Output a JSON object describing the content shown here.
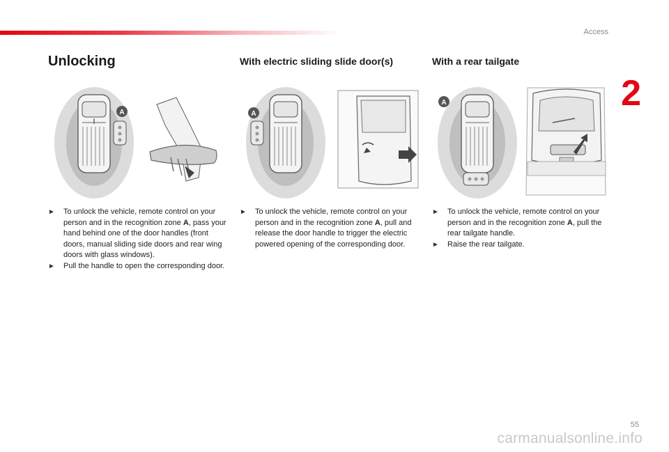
{
  "header": {
    "section": "Access",
    "chapter": "2"
  },
  "columns": [
    {
      "title": "Unlocking",
      "bullets": [
        {
          "before": "To unlock the vehicle, remote control on your person and in the recognition zone ",
          "bold": "A",
          "after": ", pass your hand behind one of the door handles (front doors, manual sliding side doors and rear wing doors with glass windows)."
        },
        {
          "before": "Pull the handle to open the corresponding door.",
          "bold": "",
          "after": ""
        }
      ]
    },
    {
      "title": "With electric sliding slide door(s)",
      "bullets": [
        {
          "before": "To unlock the vehicle, remote control on your person and in the recognition zone ",
          "bold": "A",
          "after": ", pull and release the door handle to trigger the electric powered opening of the corresponding door."
        }
      ]
    },
    {
      "title": "With a rear tailgate",
      "bullets": [
        {
          "before": "To unlock the vehicle, remote control on your person and in the recognition zone ",
          "bold": "A",
          "after": ", pull the rear tailgate handle."
        },
        {
          "before": "Raise the rear tailgate.",
          "bold": "",
          "after": ""
        }
      ]
    }
  ],
  "illustrations": {
    "zone_label": "A"
  },
  "colors": {
    "accent": "#e30613",
    "zone_outer": "#d9d9d9",
    "zone_inner": "#bcbcbc"
  },
  "footer": {
    "page_number": "55",
    "watermark": "carmanualsonline.info"
  }
}
